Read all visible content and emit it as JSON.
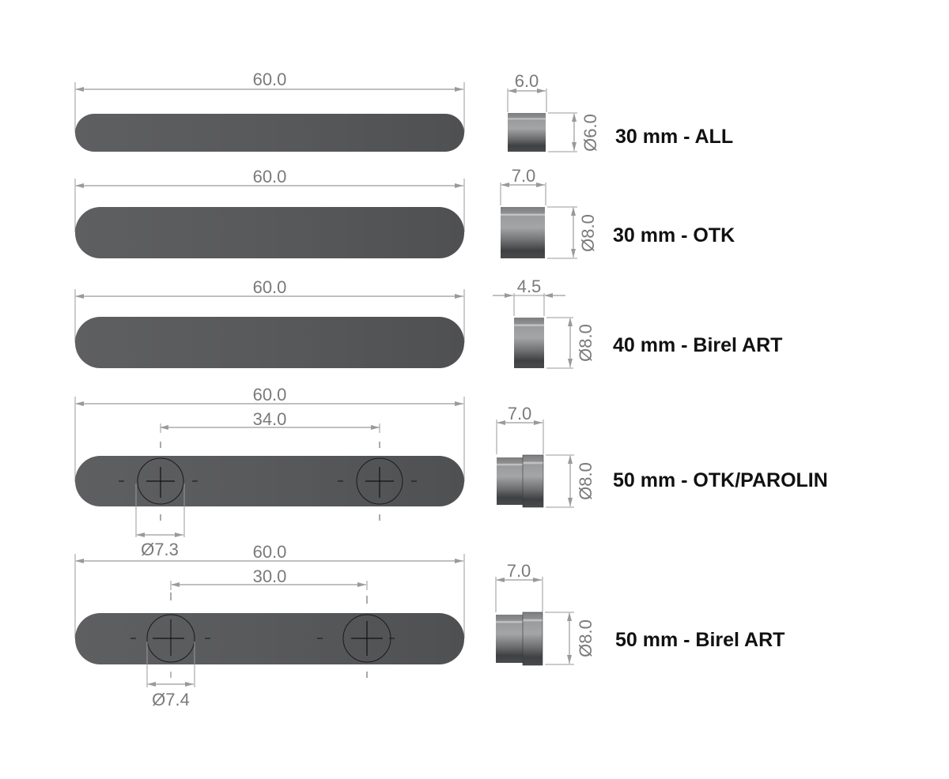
{
  "title": "Kart axle key / spacer dimension chart",
  "colors": {
    "bar": "#555658",
    "dimension_line": "#9a9a9a",
    "dimension_text": "#7a7a7a",
    "label": "#111111",
    "background": "#ffffff"
  },
  "rows": [
    {
      "label": "30 mm - ALL",
      "bar": {
        "length": "60.0",
        "holes": false
      },
      "spacer": {
        "width": "6.0",
        "diameter": "Ø6.0",
        "stepped": false
      }
    },
    {
      "label": "30 mm - OTK",
      "bar": {
        "length": "60.0",
        "holes": false
      },
      "spacer": {
        "width": "7.0",
        "diameter": "Ø8.0",
        "stepped": false
      }
    },
    {
      "label": "40 mm - Birel ART",
      "bar": {
        "length": "60.0",
        "holes": false
      },
      "spacer": {
        "width": "4.5",
        "diameter": "Ø8.0",
        "stepped": false
      }
    },
    {
      "label": "50 mm - OTK/PAROLIN",
      "bar": {
        "length": "60.0",
        "holes": true,
        "hole_spacing": "34.0",
        "hole_diameter": "Ø7.3"
      },
      "spacer": {
        "width": "7.0",
        "diameter": "Ø8.0",
        "stepped": true
      }
    },
    {
      "label": "50 mm - Birel ART",
      "bar": {
        "length": "60.0",
        "holes": true,
        "hole_spacing": "30.0",
        "hole_diameter": "Ø7.4"
      },
      "spacer": {
        "width": "7.0",
        "diameter": "Ø8.0",
        "stepped": true
      }
    }
  ]
}
